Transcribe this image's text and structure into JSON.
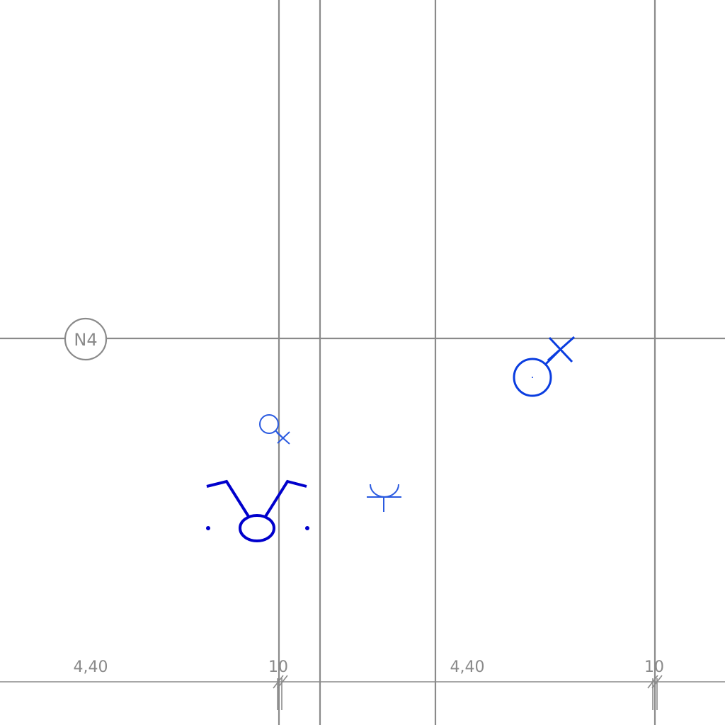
{
  "drawing": {
    "grid_bubble_label": "N4",
    "dimensions": {
      "span_1": "4,40",
      "offset_1": "10",
      "span_2": "4,40",
      "offset_2": "10"
    }
  },
  "symbols": {
    "color_dark": "#0000cc",
    "color_mid": "#0a3de0",
    "color_light": "#2a5ae0"
  }
}
